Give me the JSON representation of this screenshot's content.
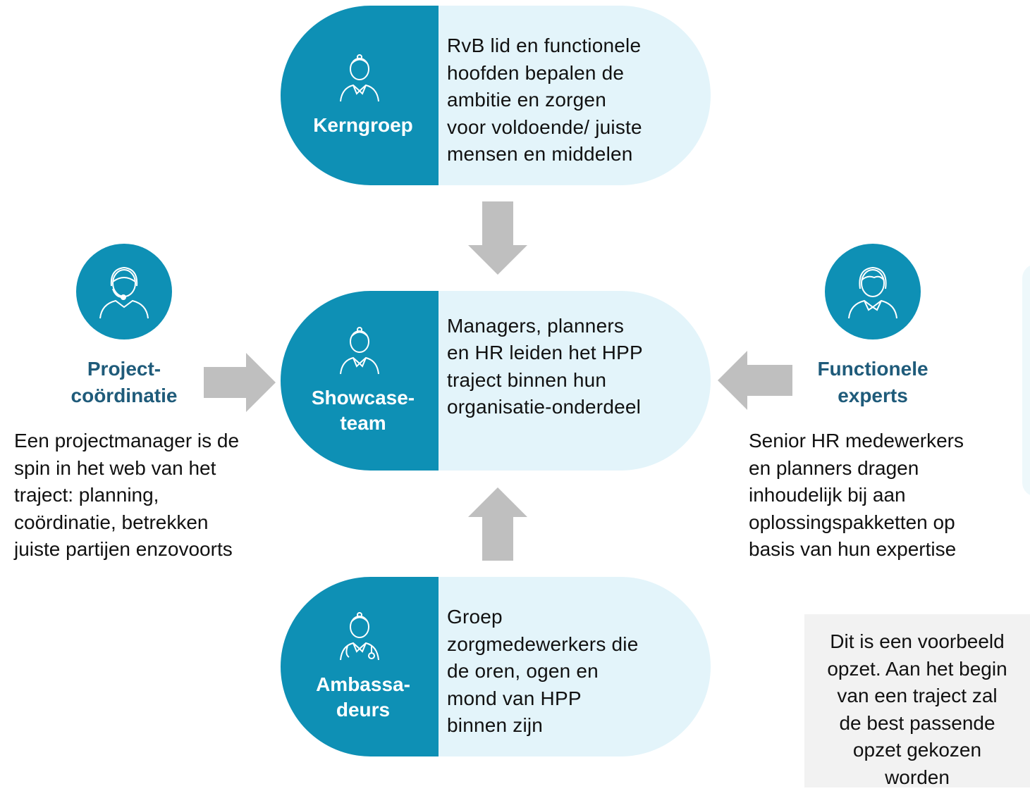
{
  "colors": {
    "teal": "#0E90B5",
    "light_blue": "#E3F4FA",
    "title_dark_teal": "#1F5B7A",
    "arrow_gray": "#BFBFBF",
    "note_gray": "#F2F2F2"
  },
  "kerngroep": {
    "icon": "woman-icon",
    "label_lines": [
      "Kerngroep"
    ],
    "text_lines": [
      "RvB lid en functionele",
      "hoofden bepalen de",
      "ambitie en zorgen",
      "voor voldoende/ juiste",
      "mensen en middelen"
    ]
  },
  "showcase": {
    "icon": "woman-icon",
    "label_lines": [
      "Showcase-",
      "team"
    ],
    "text_lines": [
      "Managers, planners",
      "en HR leiden het HPP",
      "traject binnen hun",
      "organisatie-onderdeel"
    ]
  },
  "ambassadeurs": {
    "icon": "nurse-stethoscope-icon",
    "label_lines": [
      "Ambassa-",
      "deurs"
    ],
    "text_lines": [
      "Groep",
      "zorgmedewerkers die",
      "de oren, ogen en",
      "mond van HPP",
      "binnen zijn"
    ]
  },
  "projectcoordinatie": {
    "icon": "headset-person-icon",
    "title_lines": [
      "Project-",
      "coördinatie"
    ],
    "text_lines": [
      "Een projectmanager is de",
      "spin in het web van het",
      "traject: planning,",
      "coördinatie, betrekken",
      "juiste partijen enzovoorts"
    ]
  },
  "functionele_experts": {
    "icon": "person-icon",
    "title_lines": [
      "Functionele",
      "experts"
    ],
    "text_lines": [
      "Senior HR medewerkers",
      "en planners dragen",
      "inhoudelijk bij aan",
      "oplossingspakketten op",
      "basis van hun expertise"
    ]
  },
  "note": {
    "text_lines": [
      "Dit is een voorbeeld",
      "opzet. Aan het begin",
      "van een traject zal",
      "de best passende",
      "opzet gekozen",
      "worden"
    ]
  }
}
